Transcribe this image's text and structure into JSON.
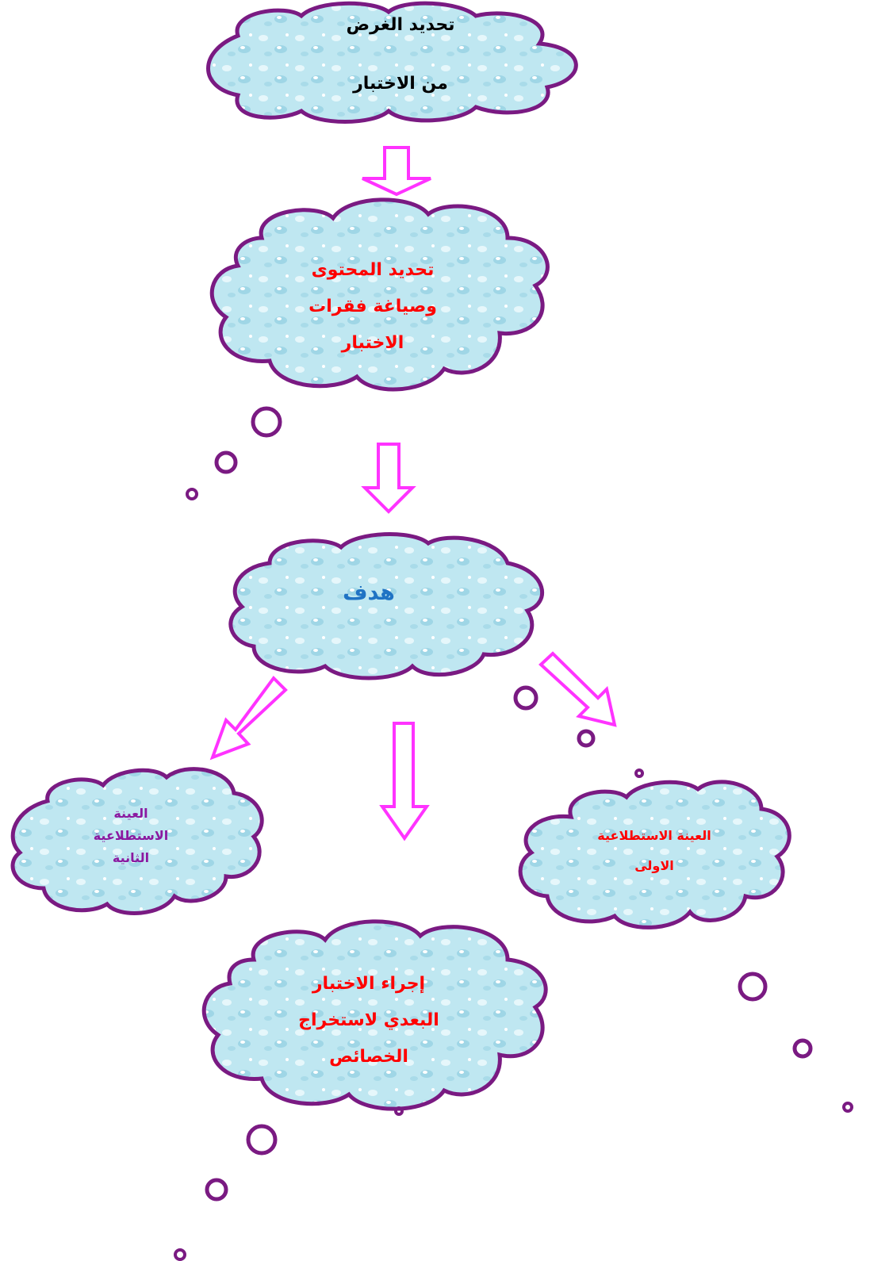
{
  "colors": {
    "cloud_fill": "#bfe7f1",
    "cloud_stroke": "#7a1a82",
    "arrow_stroke": "#ff33ff",
    "text_black": "#000000",
    "text_red": "#ff0000",
    "text_blue": "#1f73c4",
    "text_purple": "#8b1aa0"
  },
  "nodes": {
    "purpose": {
      "line1": "تحديد الغرض",
      "line2": "من الاختبار"
    },
    "content": {
      "line1": "تحديد المحتوى",
      "line2": "وصياغة فقرات",
      "line3": "الاختبار"
    },
    "goal": {
      "line1": "هدف"
    },
    "sample_second": {
      "line1": "العينة",
      "line2": "الاستطلاعية",
      "line3": "الثانية"
    },
    "sample_first": {
      "line1": "العينة الاستطلاعية",
      "line2": "الاولى"
    },
    "post_test": {
      "line1": "إجراء الاختبار",
      "line2": "البعدي لاستخراج",
      "line3": "الخصائص"
    }
  }
}
